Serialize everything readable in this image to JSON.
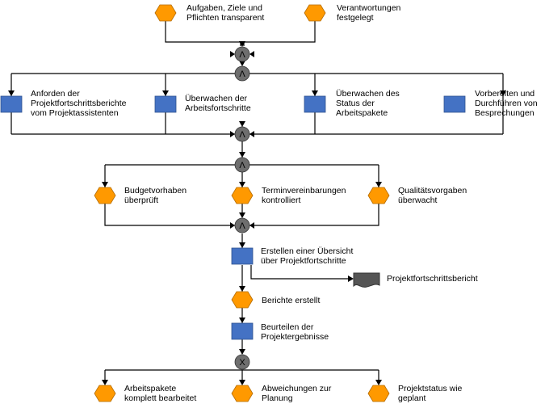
{
  "colors": {
    "event": "#FF9900",
    "function": "#4472C4",
    "connector": "#6E6E6E",
    "line": "#000000"
  },
  "events": {
    "e1": "Aufgaben, Ziele und\nPflichten transparent",
    "e2": "Verantwortungen\nfestgelegt",
    "e3": "Budgetvorhaben\nüberprüft",
    "e4": "Terminvereinbarungen\nkontrolliert",
    "e5": "Qualitätsvorgaben\nüberwacht",
    "e6": "Berichte erstellt",
    "e7": "Arbeitspakete\nkomplett bearbeitet",
    "e8": "Abweichungen zur\nPlanung",
    "e9": "Projektstatus wie\ngeplant"
  },
  "functions": {
    "f1": "Anforden der\nProjektfortschrittsberichte\nvom Projektassistenten",
    "f2": "Überwachen der\nArbeitsfortschritte",
    "f3": "Überwachen des\nStatus der\nArbeitspakete",
    "f4": "Vorbereiten und\nDurchführen von\nBesprechungen",
    "f5": "Erstellen einer Übersicht\nüber Projektfortschritte",
    "f6": "Beurteilen der\nProjektergebnisse"
  },
  "document": {
    "label": "Projektfortschrittsbericht"
  },
  "connectors": {
    "c1": "Λ",
    "c2": "Λ",
    "c3": "Λ",
    "c4": "Λ",
    "c5": "Λ",
    "c6": "X"
  }
}
